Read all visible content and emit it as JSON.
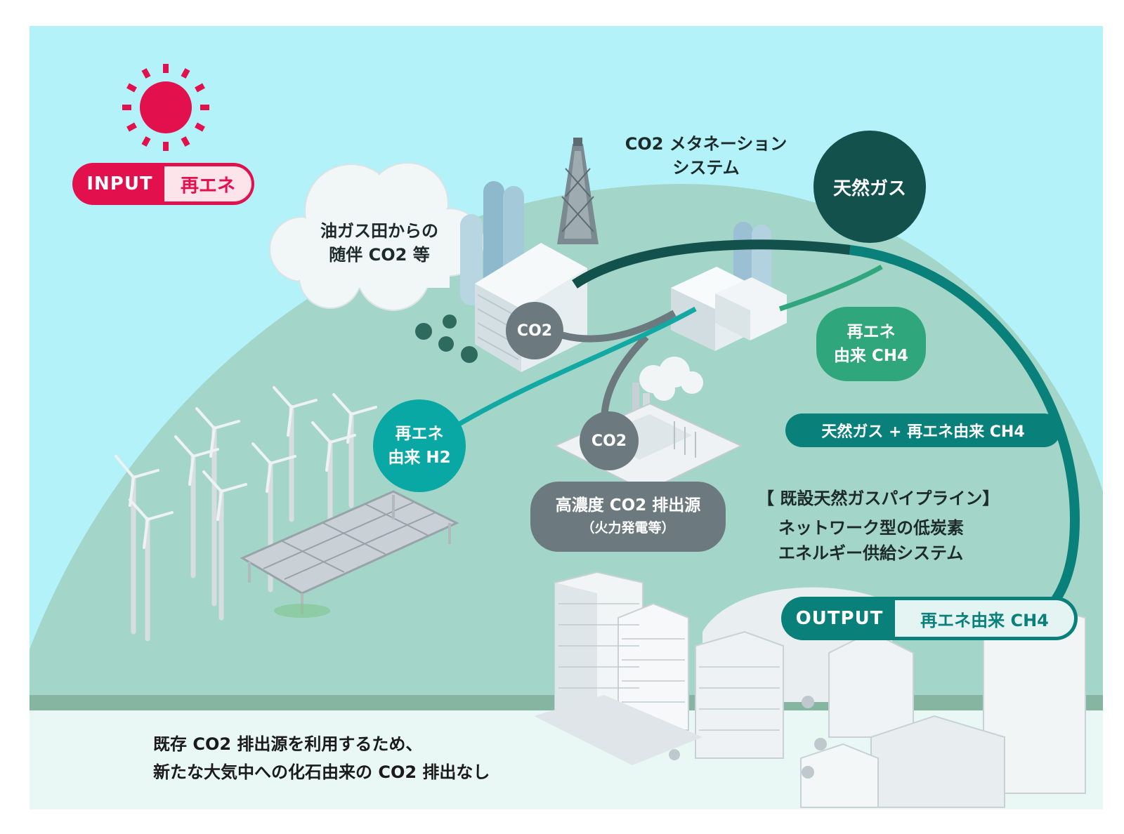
{
  "input_badge": {
    "label": "INPUT",
    "value": "再エネ"
  },
  "output_badge": {
    "label": "OUTPUT",
    "value": "再エネ由来 CH4"
  },
  "methanation": {
    "line1": "CO2 メタネーション",
    "line2": "システム"
  },
  "oilgas": {
    "line1": "油ガス田からの",
    "line2": "随伴 CO2 等"
  },
  "nodes": {
    "co2_upper": "CO2",
    "co2_lower": "CO2",
    "natural_gas": "天然ガス",
    "h2_line1": "再エネ",
    "h2_line2": "由来 H2",
    "ch4_line1": "再エネ",
    "ch4_line2": "由来 CH4"
  },
  "mix_pill": "天然ガス + 再エネ由来 CH4",
  "emission_source": {
    "line1": "高濃度 CO2 排出源",
    "line2": "（火力発電等）"
  },
  "pipeline": {
    "title": "【 既設天然ガスパイプライン】",
    "line1": "ネットワーク型の低炭素",
    "line2": "エネルギー供給システム"
  },
  "footer": {
    "line1": "既存 CO2 排出源を利用するため、",
    "line2": "新たな大気中への化石由来の CO2 排出なし"
  },
  "icons": [
    "sun-icon",
    "cloud-icon",
    "tower-icon",
    "wind-turbine-icon",
    "solar-panel-icon",
    "factory-icon",
    "city-icon"
  ],
  "colors": {
    "sky": "#b2f2f8",
    "hill": "#a3d6c8",
    "ground": "#eaf8f5",
    "accent": "#e2104d",
    "dark_teal": "#13514d",
    "teal": "#0a807a",
    "bright_teal": "#0aa8a5",
    "green": "#2fa67b",
    "grey": "#6c797e"
  }
}
